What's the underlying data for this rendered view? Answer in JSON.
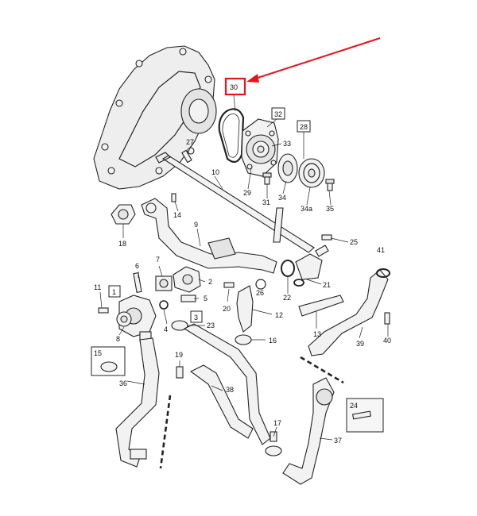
{
  "colors": {
    "highlight": "#e8141b",
    "ink": "#222222",
    "fill": "#f2f2f2"
  },
  "callouts": {
    "c1": "1",
    "c2": "2",
    "c3": "3",
    "c4": "4",
    "c5": "5",
    "c6": "6",
    "c7": "7",
    "c8": "8",
    "c9": "9",
    "c10": "10",
    "c11": "11",
    "c12": "12",
    "c13": "13",
    "c14": "14",
    "c15": "15",
    "c16": "16",
    "c17": "17",
    "c18": "18",
    "c19": "19",
    "c20": "20",
    "c21": "21",
    "c22": "22",
    "c23": "23",
    "c24": "24",
    "c25": "25",
    "c26": "26",
    "c27": "27",
    "c28": "28",
    "c29": "29",
    "c30": "30",
    "c31": "31",
    "c32": "32",
    "c33": "33",
    "c34": "34",
    "c34a": "34a",
    "c35": "35",
    "c36": "36",
    "c37": "37",
    "c38": "38",
    "c39": "39",
    "c40": "40",
    "c41": "41"
  }
}
